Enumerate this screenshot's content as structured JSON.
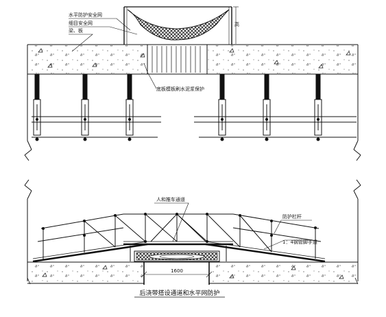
{
  "top_section": {
    "labels": {
      "horizontal_net": "水平防护安全网",
      "dense_mesh_net": "细目安全网",
      "beam_slab": "梁、板",
      "formwork_note": "底板模板刷水泥浆保护"
    },
    "side_mark": "高"
  },
  "bottom_section": {
    "labels": {
      "walkway": "人和推车通道",
      "guardrail": "防护栏杆",
      "ramp": "1：4钢管脚手道"
    },
    "dimension": "1600",
    "caption": "后浇带搭设通道和水平网防护"
  }
}
